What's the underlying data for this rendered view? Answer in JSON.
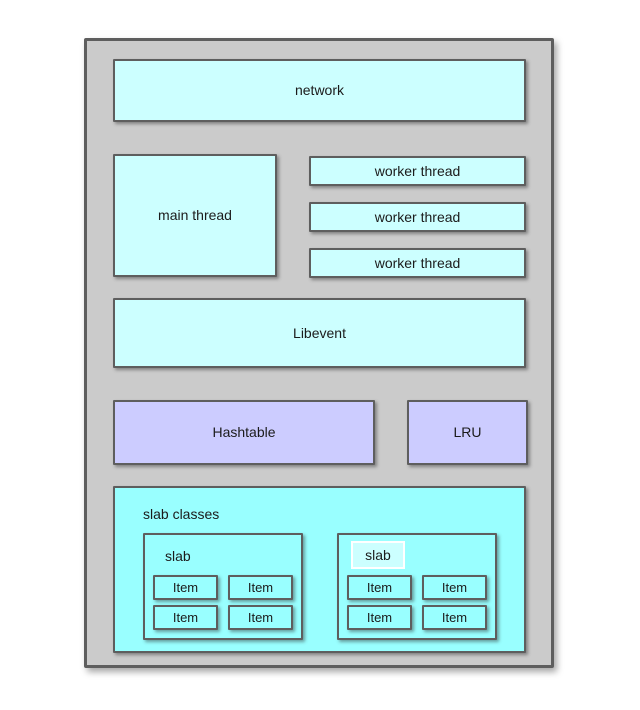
{
  "colors": {
    "canvas_background": "#ffffff",
    "outer_container_fill": "#cbcbcb",
    "box_border": "#5e5e5e",
    "thread_box_fill": "#ccffff",
    "storage_box_fill": "#ccccff",
    "slab_area_fill": "#99ffff",
    "highlight_label_border": "#ffffff",
    "text": "#1b1b1b"
  },
  "boxes": {
    "network": "network",
    "main_thread": "main thread",
    "worker_threads": [
      "worker thread",
      "worker thread",
      "worker thread"
    ],
    "libevent": "Libevent",
    "hashtable": "Hashtable",
    "lru": "LRU",
    "slab_classes_label": "slab classes",
    "slabs": [
      {
        "label": "slab",
        "highlighted": false,
        "items": [
          "Item",
          "Item",
          "Item",
          "Item"
        ]
      },
      {
        "label": "slab",
        "highlighted": true,
        "items": [
          "Item",
          "Item",
          "Item",
          "Item"
        ]
      }
    ]
  }
}
